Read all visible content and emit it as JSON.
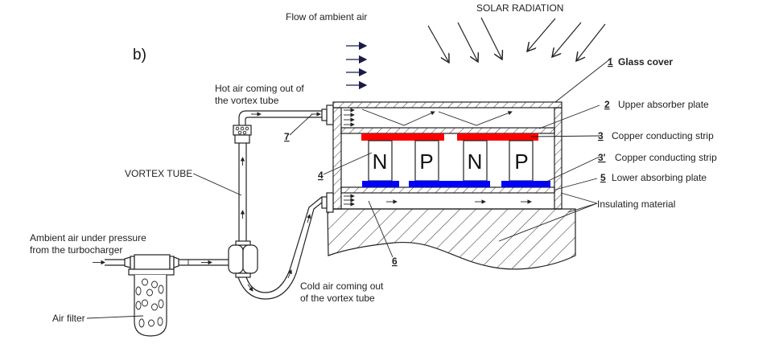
{
  "figure": {
    "panel_label": "b)",
    "colors": {
      "hot_strip": "#ff0000",
      "cold_strip": "#0000ff",
      "line": "#222222",
      "ambient_arrow": "#1a1a4a"
    },
    "top_labels": {
      "ambient_flow": "Flow of ambient air",
      "solar": "SOLAR RADIATION"
    },
    "left_labels": {
      "hot_air_line1": "Hot air coming out of",
      "hot_air_line2": "the vortex tube",
      "vortex_tube": "VORTEX TUBE",
      "ambient_pressure_line1": "Ambient air under pressure",
      "ambient_pressure_line2": "from the turbocharger",
      "air_filter": "Air filter",
      "cold_air_line1": "Cold air coming out",
      "cold_air_line2": "of the vortex tube"
    },
    "callout_numbers": {
      "n4": "4",
      "n6": "6",
      "n7": "7"
    },
    "legend": [
      {
        "num": "1",
        "text": "Glass cover",
        "bold": true
      },
      {
        "num": "2",
        "text": "Upper absorber plate"
      },
      {
        "num": "3",
        "text": "Copper conducting strip"
      },
      {
        "num": "3'",
        "text": "Copper conducting strip"
      },
      {
        "num": "5",
        "text": "Lower absorbing plate"
      },
      {
        "num": "",
        "text": "Insulating material"
      }
    ],
    "semiconductors": [
      "N",
      "P",
      "N",
      "P"
    ]
  }
}
